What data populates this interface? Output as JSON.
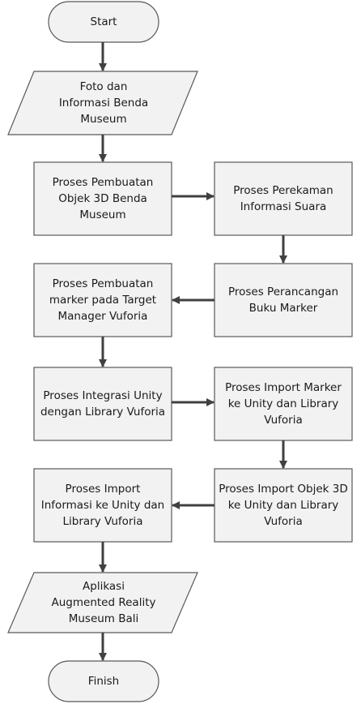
{
  "flowchart": {
    "colors": {
      "fill": "#f2f2f2",
      "stroke": "#595959",
      "arrow": "#404040",
      "text": "#1a1a1a"
    },
    "nodes": {
      "start": "Start",
      "input_photo": "Foto dan\nInformasi Benda\nMuseum",
      "make_3d": "Proses Pembuatan\nObjek 3D Benda\nMuseum",
      "record_audio": "Proses Perekaman\nInformasi Suara",
      "design_book": "Proses Perancangan\nBuku Marker",
      "make_marker": "Proses Pembuatan\nmarker pada Target\nManager Vuforia",
      "integrate_unity": "Proses Integrasi Unity\ndengan Library Vuforia",
      "import_marker": "Proses Import Marker\nke Unity dan Library\nVuforia",
      "import_3d": "Proses Import Objek 3D\nke Unity dan Library\nVuforia",
      "import_info": "Proses Import\nInformasi ke Unity dan\nLibrary Vuforia",
      "output_app": "Aplikasi\nAugmented Reality\nMuseum Bali",
      "finish": "Finish"
    }
  }
}
